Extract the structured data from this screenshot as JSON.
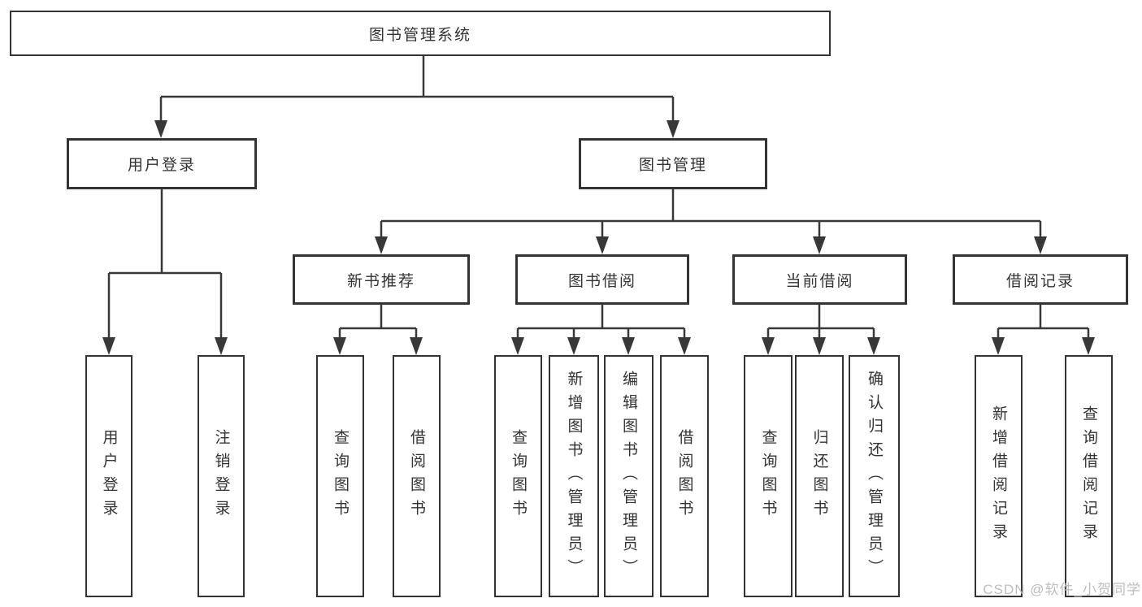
{
  "diagram": {
    "type": "hierarchy-tree",
    "colors": {
      "line": "#383838",
      "box_border": "#333333",
      "text": "#333333",
      "watermark_text": "#bdbdbd",
      "background": "#ffffff"
    },
    "nodes": {
      "root": {
        "label": "图书管理系统"
      },
      "level2": [
        {
          "label": "用户登录",
          "parent": "图书管理系统"
        },
        {
          "label": "图书管理",
          "parent": "图书管理系统"
        }
      ],
      "level3": [
        {
          "label": "新书推荐",
          "parent": "图书管理"
        },
        {
          "label": "图书借阅",
          "parent": "图书管理"
        },
        {
          "label": "当前借阅",
          "parent": "图书管理"
        },
        {
          "label": "借阅记录",
          "parent": "图书管理"
        }
      ],
      "leaves": [
        {
          "label": "用户登录",
          "parent": "用户登录"
        },
        {
          "label": "注销登录",
          "parent": "用户登录"
        },
        {
          "label": "查询图书",
          "parent": "新书推荐"
        },
        {
          "label": "借阅图书",
          "parent": "新书推荐"
        },
        {
          "label": "查询图书",
          "parent": "图书借阅"
        },
        {
          "label": "新增图书（管理员）",
          "parent": "图书借阅"
        },
        {
          "label": "编辑图书（管理员）",
          "parent": "图书借阅"
        },
        {
          "label": "借阅图书",
          "parent": "图书借阅"
        },
        {
          "label": "查询图书",
          "parent": "当前借阅"
        },
        {
          "label": "归还图书",
          "parent": "当前借阅"
        },
        {
          "label": "确认归还（管理员）",
          "parent": "当前借阅"
        },
        {
          "label": "新增借阅记录",
          "parent": "借阅记录"
        },
        {
          "label": "查询借阅记录",
          "parent": "借阅记录"
        }
      ]
    },
    "watermark": "CSDN @软件_小贺同学"
  }
}
